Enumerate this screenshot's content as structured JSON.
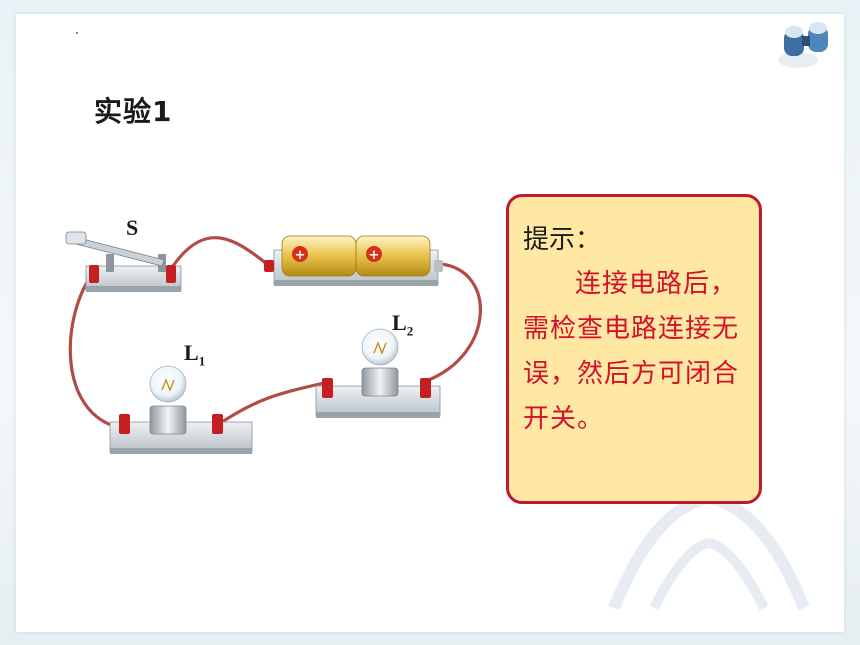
{
  "title": "实验1",
  "circuit": {
    "switch_label": "S",
    "lamp1_label": "L",
    "lamp1_sub": "1",
    "lamp2_label": "L",
    "lamp2_sub": "2",
    "battery_sign": "+"
  },
  "hint": {
    "heading": "提示：",
    "text": "连接电路后，需检查电路连接无误，然后方可闭合开关。"
  },
  "icons": {
    "corner": "binoculars-icon"
  },
  "colors": {
    "wire": "#b34a48",
    "hint_border": "#c0182f",
    "hint_bg": "#ffe8a3",
    "hint_text": "#d3112b"
  }
}
